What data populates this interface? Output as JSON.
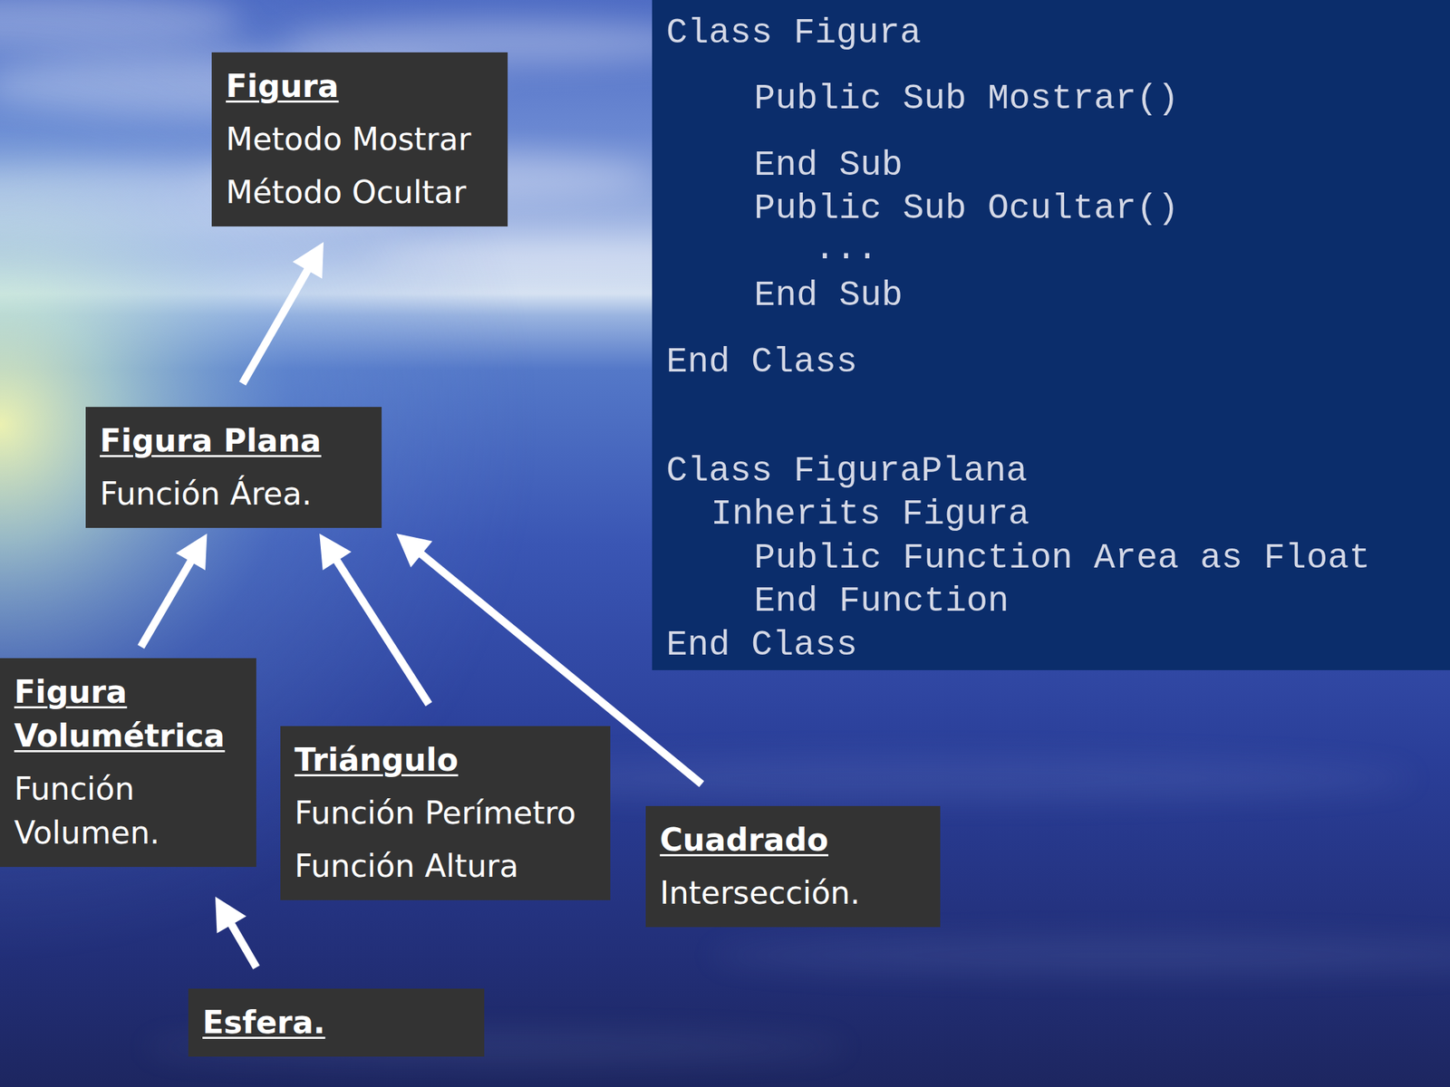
{
  "diagram": {
    "nodes": [
      {
        "text": [
          "Figura",
          "Metodo Mostrar",
          "Método Ocultar"
        ]
      },
      {
        "text": [
          "Class Figura",
          "Public Sub Mostrar()",
          "End Sub",
          "Public Sub Ocultar()",
          "...",
          "End Sub",
          "End Class",
          "Class FiguraPlana",
          "Inherits Figura",
          "Public Function Area as Float",
          "End Function",
          "End Class"
        ]
      },
      {
        "text": [
          "Figura Plana",
          "Función Área."
        ]
      },
      {
        "text": [
          "Figura Volumétrica",
          "Función Volumen."
        ]
      },
      {
        "text": [
          "Triángulo",
          "Función Perímetro",
          "Función Altura"
        ]
      },
      {
        "text": [
          "Cuadrado",
          "Intersección."
        ]
      },
      {
        "text": [
          "Esfera."
        ]
      }
    ],
    "edges": [
      {
        "from": 2,
        "to": 0,
        "arrow": "to"
      },
      {
        "from": 3,
        "to": 2,
        "arrow": "to"
      },
      {
        "from": 4,
        "to": 2,
        "arrow": "to"
      },
      {
        "from": 5,
        "to": 2,
        "arrow": "to"
      },
      {
        "from": 6,
        "to": 3,
        "arrow": "to"
      }
    ]
  }
}
